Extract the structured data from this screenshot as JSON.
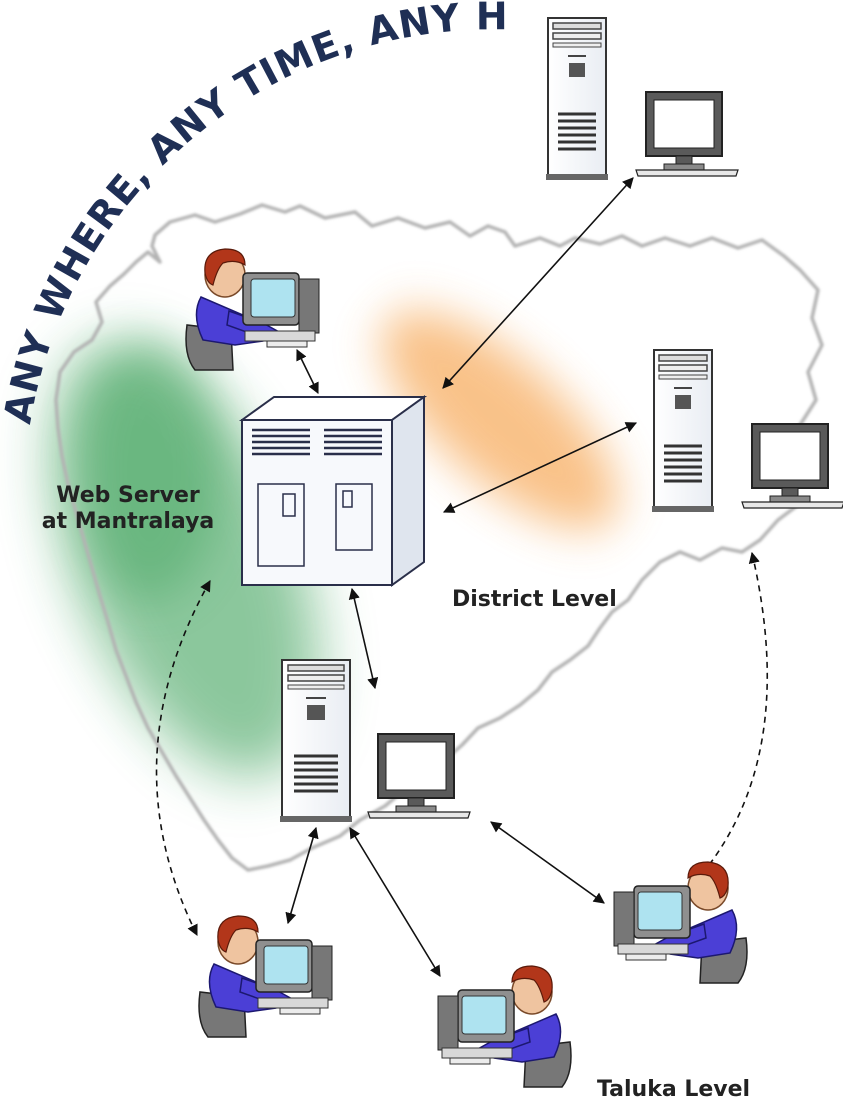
{
  "slogan": "ANY WHERE, ANY TIME, ANY HOW",
  "labels": {
    "web_server_line1": "Web Server",
    "web_server_line2": "at Mantralaya",
    "district": "District Level",
    "taluka": "Taluka Level"
  },
  "colors": {
    "slogan": "#1f2f55",
    "label": "#222222",
    "server_outline": "#2a2f4a",
    "server_fill": "#f4f7fb",
    "monitor_screen": "#aee3f0",
    "person_shirt": "#4b3fd6",
    "person_hair": "#b2361a",
    "map_outline": "#bdbdbd",
    "glow_green": "#2f9a4e",
    "glow_orange": "#f59a3b"
  }
}
